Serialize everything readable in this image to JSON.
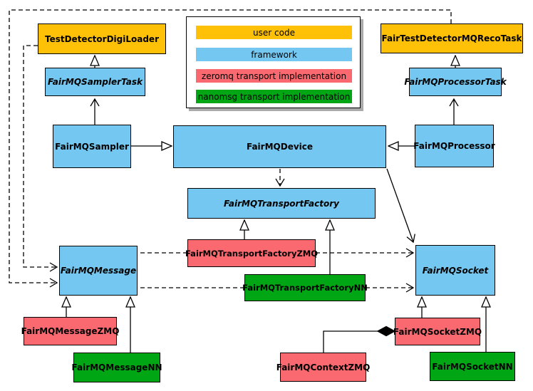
{
  "title": "FairMQ class diagram",
  "colors": {
    "user_code": "#FFC107",
    "framework": "#73C7F0",
    "zeromq": "#F9696F",
    "nanomsg": "#00A613",
    "border": "#000000",
    "background": "#FFFFFF",
    "legend_shadow": "#AAAAAA"
  },
  "legend": {
    "items": [
      {
        "label": "user code",
        "color": "user_code"
      },
      {
        "label": "framework",
        "color": "framework"
      },
      {
        "label": "zeromq transport implementation",
        "color": "zeromq"
      },
      {
        "label": "nanomsg transport implementation",
        "color": "nanomsg"
      }
    ]
  },
  "nodes": {
    "digi_loader": {
      "label": "TestDetectorDigiLoader",
      "color": "user_code",
      "abstract": false
    },
    "reco_task": {
      "label": "FairTestDetectorMQRecoTask",
      "color": "user_code",
      "abstract": false
    },
    "sampler_task": {
      "label": "FairMQSamplerTask",
      "color": "framework",
      "abstract": true
    },
    "processor_task": {
      "label": "FairMQProcessorTask",
      "color": "framework",
      "abstract": true
    },
    "sampler": {
      "label": "FairMQSampler",
      "color": "framework",
      "abstract": false
    },
    "device": {
      "label": "FairMQDevice",
      "color": "framework",
      "abstract": false
    },
    "processor": {
      "label": "FairMQProcessor",
      "color": "framework",
      "abstract": false
    },
    "transport_factory": {
      "label": "FairMQTransportFactory",
      "color": "framework",
      "abstract": true
    },
    "message": {
      "label": "FairMQMessage",
      "color": "framework",
      "abstract": true
    },
    "socket": {
      "label": "FairMQSocket",
      "color": "framework",
      "abstract": true
    },
    "tf_zmq": {
      "label": "FairMQTransportFactoryZMQ",
      "color": "zeromq",
      "abstract": false
    },
    "tf_nn": {
      "label": "FairMQTransportFactoryNN",
      "color": "nanomsg",
      "abstract": false
    },
    "message_zmq": {
      "label": "FairMQMessageZMQ",
      "color": "zeromq",
      "abstract": false
    },
    "message_nn": {
      "label": "FairMQMessageNN",
      "color": "nanomsg",
      "abstract": false
    },
    "context_zmq": {
      "label": "FairMQContextZMQ",
      "color": "zeromq",
      "abstract": false
    },
    "socket_zmq": {
      "label": "FairMQSocketZMQ",
      "color": "zeromq",
      "abstract": false
    },
    "socket_nn": {
      "label": "FairMQSocketNN",
      "color": "nanomsg",
      "abstract": false
    }
  },
  "relationships": [
    {
      "from": "FairMQSamplerTask",
      "to": "TestDetectorDigiLoader",
      "type": "inheritance-hollow-triangle"
    },
    {
      "from": "FairMQProcessorTask",
      "to": "FairTestDetectorMQRecoTask",
      "type": "inheritance-hollow-triangle"
    },
    {
      "from": "FairMQSampler",
      "to": "FairMQSamplerTask",
      "type": "open-arrow"
    },
    {
      "from": "FairMQProcessor",
      "to": "FairMQProcessorTask",
      "type": "open-arrow"
    },
    {
      "from": "FairMQSampler",
      "to": "FairMQDevice",
      "type": "inheritance-hollow-triangle"
    },
    {
      "from": "FairMQProcessor",
      "to": "FairMQDevice",
      "type": "inheritance-hollow-triangle"
    },
    {
      "from": "FairMQDevice",
      "to": "FairMQTransportFactory",
      "type": "dashed-open-arrow"
    },
    {
      "from": "FairMQDevice",
      "to": "FairMQSocket",
      "type": "open-arrow"
    },
    {
      "from": "FairMQTransportFactoryZMQ",
      "to": "FairMQTransportFactory",
      "type": "inheritance-hollow-triangle"
    },
    {
      "from": "FairMQTransportFactoryNN",
      "to": "FairMQTransportFactory",
      "type": "inheritance-hollow-triangle"
    },
    {
      "from": "FairMQTransportFactoryZMQ",
      "to": "FairMQMessage",
      "type": "dashed-open-arrow"
    },
    {
      "from": "FairMQTransportFactoryZMQ",
      "to": "FairMQSocket",
      "type": "dashed-open-arrow"
    },
    {
      "from": "FairMQTransportFactoryNN",
      "to": "FairMQMessage",
      "type": "dashed-open-arrow"
    },
    {
      "from": "FairMQTransportFactoryNN",
      "to": "FairMQSocket",
      "type": "dashed-open-arrow"
    },
    {
      "from": "TestDetectorDigiLoader",
      "to": "FairMQMessage",
      "type": "dashed-open-arrow"
    },
    {
      "from": "FairTestDetectorMQRecoTask",
      "to": "FairMQMessage",
      "type": "dashed-open-arrow"
    },
    {
      "from": "FairMQMessageZMQ",
      "to": "FairMQMessage",
      "type": "inheritance-hollow-triangle"
    },
    {
      "from": "FairMQMessageNN",
      "to": "FairMQMessage",
      "type": "inheritance-hollow-triangle"
    },
    {
      "from": "FairMQSocketZMQ",
      "to": "FairMQSocket",
      "type": "inheritance-hollow-triangle"
    },
    {
      "from": "FairMQSocketNN",
      "to": "FairMQSocket",
      "type": "inheritance-hollow-triangle"
    },
    {
      "from": "FairMQContextZMQ",
      "to": "FairMQSocketZMQ",
      "type": "composition-filled-diamond"
    }
  ]
}
